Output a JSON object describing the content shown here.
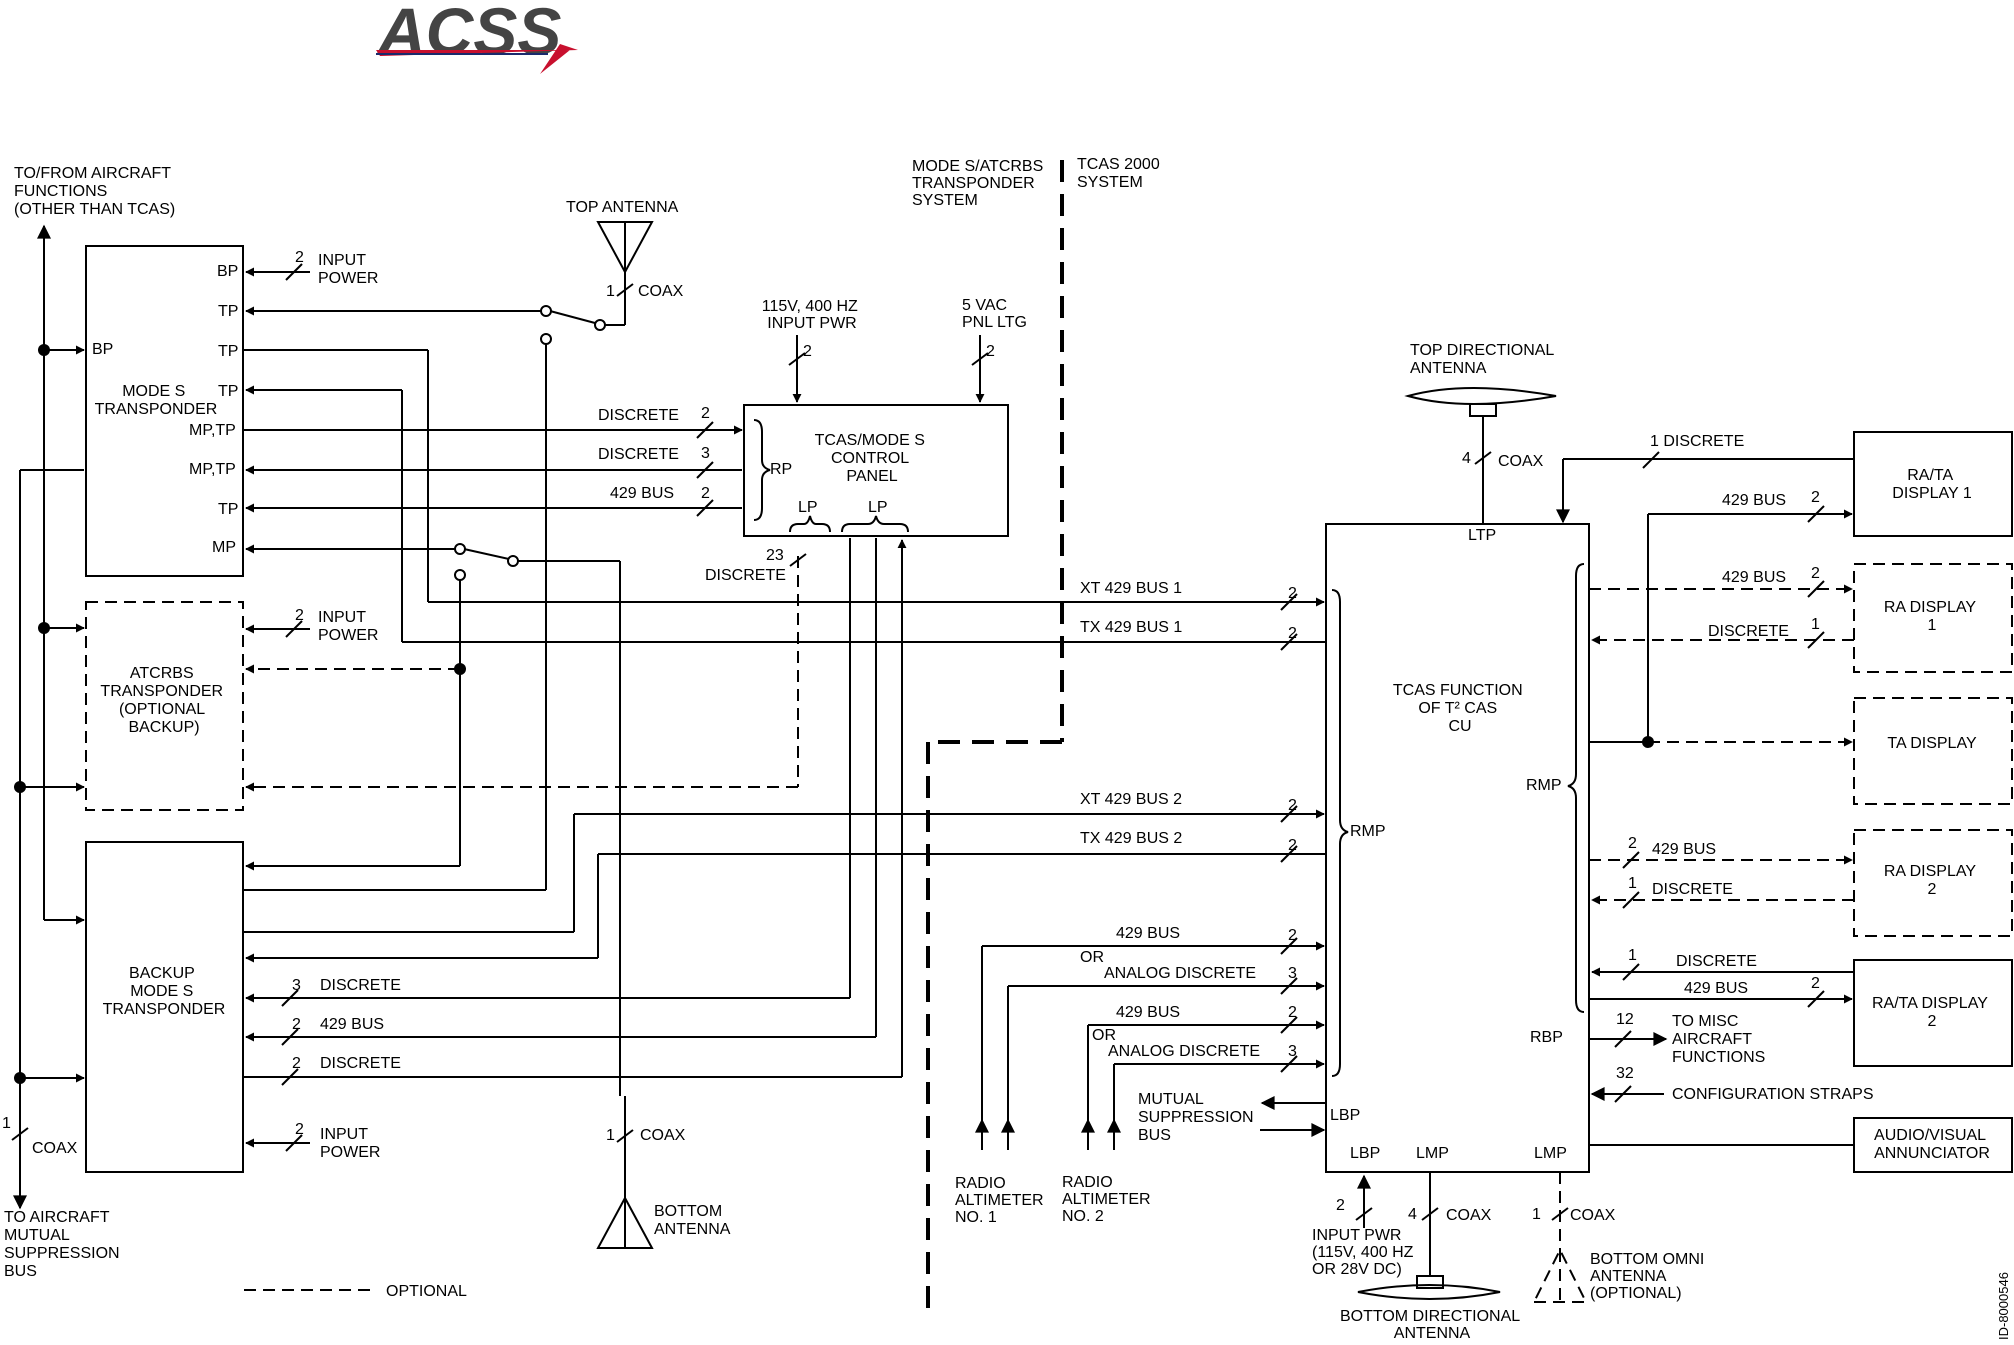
{
  "logo": {
    "text": "ACSS",
    "accent_color": "#c8102e",
    "text_color": "#444444"
  },
  "annotations": {
    "to_from_aircraft_functions": [
      "TO/FROM AIRCRAFT",
      "FUNCTIONS",
      "(OTHER THAN TCAS)"
    ],
    "to_aircraft_mutual_suppression": [
      "TO AIRCRAFT",
      "MUTUAL",
      "SUPPRESSION",
      "BUS"
    ],
    "mode_s_atcrbs_system": [
      "MODE S/ATCRBS",
      "TRANSPONDER",
      "SYSTEM"
    ],
    "tcas_2000_system": [
      "TCAS 2000",
      "SYSTEM"
    ],
    "optional_legend": "OPTIONAL",
    "drawing_id": "ID-8000546",
    "power_115": [
      "115V, 400 HZ",
      "INPUT PWR"
    ],
    "lighting_5vac": [
      "5 VAC",
      "PNL LTG"
    ],
    "input_pwr_cu": [
      "INPUT PWR",
      "(115V, 400 HZ",
      "OR 28V DC)"
    ],
    "radio_altimeter_1": [
      "RADIO",
      "ALTIMETER",
      "NO. 1"
    ],
    "radio_altimeter_2": [
      "RADIO",
      "ALTIMETER",
      "NO. 2"
    ],
    "mutual_suppression_bus": [
      "MUTUAL",
      "SUPPRESSION",
      "BUS"
    ],
    "to_misc_functions": [
      "TO MISC",
      "AIRCRAFT",
      "FUNCTIONS"
    ],
    "configuration_straps": "CONFIGURATION STRAPS"
  },
  "antennas": {
    "top": "TOP ANTENNA",
    "bottom": [
      "BOTTOM",
      "ANTENNA"
    ],
    "top_directional": [
      "TOP DIRECTIONAL",
      "ANTENNA"
    ],
    "bottom_directional": [
      "BOTTOM DIRECTIONAL",
      "ANTENNA"
    ],
    "bottom_omni": [
      "BOTTOM OMNI",
      "ANTENNA",
      "(OPTIONAL)"
    ]
  },
  "boxes": {
    "mode_s": [
      "MODE S",
      "TRANSPONDER"
    ],
    "atcrbs": [
      "ATCRBS",
      "TRANSPONDER",
      "(OPTIONAL",
      "BACKUP)"
    ],
    "backup": [
      "BACKUP",
      "MODE S",
      "TRANSPONDER"
    ],
    "control_panel": [
      "TCAS/MODE S",
      "CONTROL",
      "PANEL"
    ],
    "cu": [
      "TCAS FUNCTION",
      "OF T² CAS",
      "CU"
    ],
    "ra_ta_display_1": [
      "RA/TA",
      "DISPLAY 1"
    ],
    "ra_display_1": [
      "RA DISPLAY",
      "1"
    ],
    "ta_display": [
      "TA DISPLAY"
    ],
    "ra_display_2": [
      "RA DISPLAY",
      "2"
    ],
    "ra_ta_display_2": [
      "RA/TA DISPLAY",
      "2"
    ],
    "audio_visual": [
      "AUDIO/VISUAL",
      "ANNUNCIATOR"
    ]
  },
  "ports": {
    "bp": "BP",
    "tp": "TP",
    "mp_tp": "MP,TP",
    "mp": "MP",
    "rp": "RP",
    "lp": "LP",
    "ltp": "LTP",
    "rmp": "RMP",
    "rbp": "RBP",
    "lbp": "LBP",
    "lmp": "LMP"
  },
  "signals": {
    "input_power": [
      "INPUT",
      "POWER"
    ],
    "discrete": "DISCRETE",
    "bus_429": "429 BUS",
    "coax": "COAX",
    "xt_bus_1": "XT 429 BUS 1",
    "tx_bus_1": "TX 429 BUS 1",
    "xt_bus_2": "XT 429 BUS 2",
    "tx_bus_2": "TX 429 BUS 2",
    "or": "OR",
    "analog_discrete": "ANALOG DISCRETE",
    "one_discrete": "1 DISCRETE"
  },
  "wire_counts": {
    "n1": "1",
    "n2": "2",
    "n3": "3",
    "n4": "4",
    "n12": "12",
    "n23": "23",
    "n32": "32"
  }
}
